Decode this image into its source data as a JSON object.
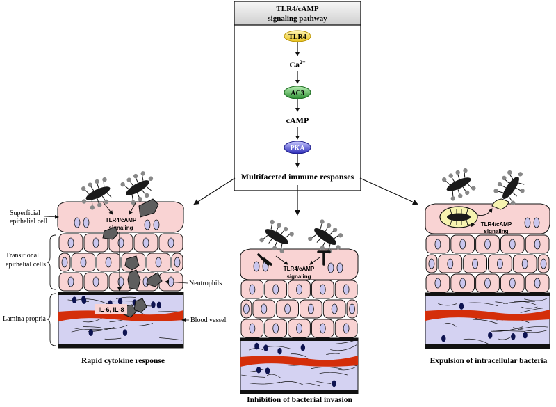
{
  "colors": {
    "cell_fill": "#f9d3d3",
    "nucleus_fill": "#c9c6ee",
    "lamina_fill": "#d4d2f2",
    "vessel": "#d42e0a",
    "dark_nucleus": "#0d1350",
    "tlr4": "#f2d43a",
    "ac3": "#35a03a",
    "pka": "#3a3ad0",
    "header_fill": "#e0e0e0"
  },
  "pathway": {
    "title_line1": "TLR4/cAMP",
    "title_line2": "signaling pathway",
    "tlr4": "TLR4",
    "ca_base": "Ca",
    "ca_sup": "2+",
    "ac3": "AC3",
    "camp": "cAMP",
    "pka": "PKA",
    "outcome": "Multifaceted immune responses"
  },
  "panel1": {
    "title": "Rapid cytokine response",
    "signal_line1": "TLR4/cAMP",
    "signal_line2": "signaling",
    "cytokines": "IL-6, IL-8",
    "label_superficial_1": "Superficial",
    "label_superficial_2": "epithelial cell",
    "label_transitional_1": "Transitional",
    "label_transitional_2": "epithelial cells",
    "label_neutrophils": "Neutrophils",
    "label_lamina": "Lamina propria",
    "label_vessel": "Blood vessel"
  },
  "panel2": {
    "title": "Inhibition of bacterial invasion",
    "signal_line1": "TLR4/cAMP",
    "signal_line2": "signaling"
  },
  "panel3": {
    "title": "Expulsion of intracellular bacteria",
    "signal_line1": "TLR4/cAMP",
    "signal_line2": "signaling"
  }
}
